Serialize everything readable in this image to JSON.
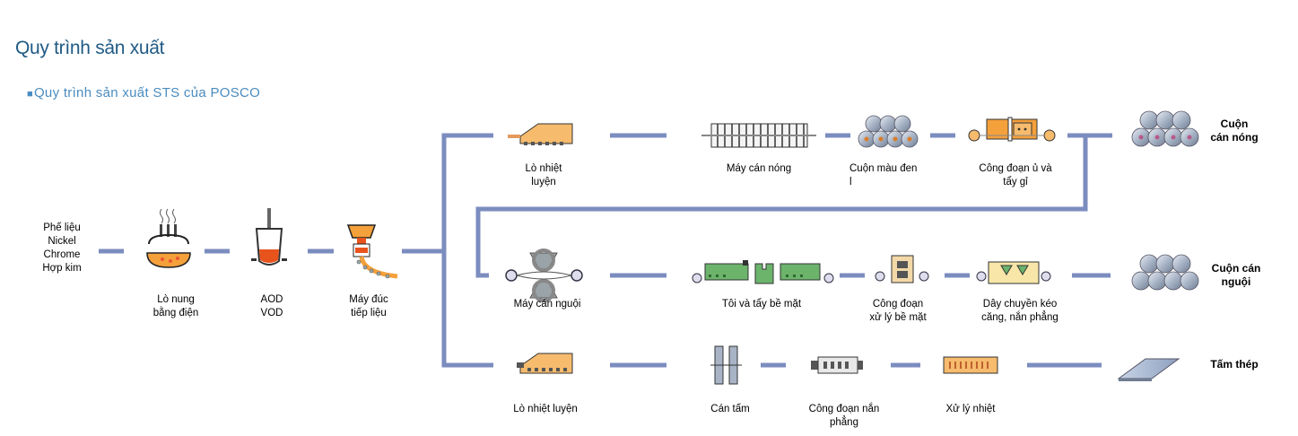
{
  "title": "Quy trình sản xuất",
  "subtitle": "Quy  trình  sản  xuất  STS  của  POSCO",
  "inputs": [
    "Phế liệu",
    "Nickel",
    "Chrome",
    "Hợp kim"
  ],
  "steps": {
    "electric_furnace": "Lò nung\nbằng điện",
    "aod_vod": "AOD\nVOD",
    "continuous_caster": "Máy đúc\ntiếp liệu",
    "reheat_furnace_top": "Lò nhiệt\nluyện",
    "hot_mill": "Máy cán nóng",
    "black_coil": "Cuộn màu đen\nl",
    "anneal_pickle_hot": "Công đoạn ủ và\ntẩy gỉ",
    "cold_mill": "Máy cán nguội",
    "anneal_pickle_cold": "Tôi và tẩy bề mặt",
    "surface_treat": "Công đoạn\nxử lý bề mặt",
    "tension_level": "Dây chuyền kéo\ncăng, nắn phẳng",
    "reheat_furnace_bottom": "Lò nhiệt luyện",
    "plate_mill": "Cán tấm",
    "leveling": "Công đoạn nắn\nphẳng",
    "heat_treat": "Xử lý nhiệt"
  },
  "products": {
    "hot_coil": "Cuộn\ncán nóng",
    "cold_coil": "Cuộn cán\nnguội",
    "plate": "Tấm thép"
  },
  "colors": {
    "line": "#7b8cbf",
    "title": "#1f5a84",
    "accent": "#f3a23a"
  }
}
